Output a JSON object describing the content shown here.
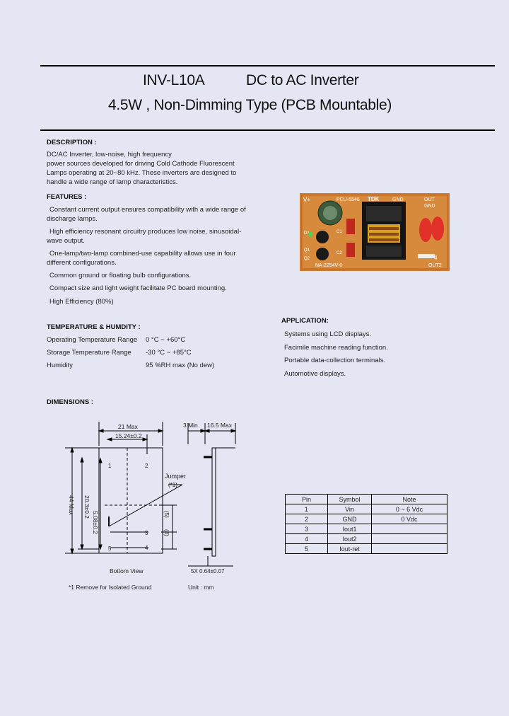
{
  "header": {
    "model": "INV-L10A",
    "product": "DC to AC Inverter",
    "subtitle": "4.5W , Non-Dimming Type (PCB Mountable)"
  },
  "description": {
    "heading": "DESCRIPTION :",
    "lines": [
      "DC/AC Inverter, low-noise, high frequency",
      "power sources developed for driving Cold Cathode Fluorescent",
      "Lamps operating at 20~80 kHz. These inverters are designed to",
      "handle a wide range of lamp characteristics."
    ]
  },
  "features": {
    "heading": "FEATURES :",
    "lines": [
      "Constant current output ensures compatibility with a wide range of",
      "discharge lamps.",
      "High efficiency resonant circuitry produces low noise, sinusoidal-",
      "wave output.",
      "One-lamp/two-lamp combined-use capability allows use in four",
      "different configurations.",
      "Common ground or floating bulb configurations.",
      "Compact size and light weight facilitate PC board mounting.",
      "High Efficiency (80%)"
    ]
  },
  "pcb_photo": {
    "silk_top": "PCU-5546",
    "brand": "TDK",
    "silk_bottom": "NA-2254V-0",
    "labels": [
      "V+",
      "GND",
      "OUT",
      "GND",
      "4",
      "OUT2",
      "D1",
      "Q1",
      "Q2",
      "C1",
      "C2"
    ]
  },
  "temperature": {
    "heading": "TEMPERATURE & HUMDITY :",
    "rows": [
      {
        "label": "Operating Temperature Range",
        "value": "0 °C ~ +60°C"
      },
      {
        "label": "Storage Temperature Range",
        "value": "-30 °C ~ +85°C"
      },
      {
        "label": "Humidity",
        "value": "95 %RH max (No dew)"
      }
    ]
  },
  "application": {
    "heading": "APPLICATION:",
    "lines": [
      "Systems using LCD displays.",
      "Facimile machine reading function.",
      "Portable data-collection terminals.",
      "Automotive displays."
    ]
  },
  "dimensions": {
    "heading": "DIMENSIONS :",
    "width_max": "21 Max",
    "pin_pitch_x": "15.24±0.2",
    "height_max": "44 Max",
    "pitch_long": "20.3±0.2",
    "pitch_short": "5.08±0.2",
    "thick_min": "3 Min",
    "thick_max": "16.5 Max",
    "jumper_label": "Jumper",
    "jumper_note": "(*1)",
    "pin_nums": [
      "1",
      "2",
      "3",
      "4",
      "5"
    ],
    "dim_a": "(5)",
    "dim_b": "(8)",
    "pin_size": "5X 0.64±0.07",
    "view_label": "Bottom View",
    "footnote": "*1 Remove for Isolated Ground",
    "unit": "Unit : mm"
  },
  "pin_table": {
    "headers": [
      "Pin",
      "Symbol",
      "Note"
    ],
    "rows": [
      [
        "1",
        "Vin",
        "0 ~ 6 Vdc"
      ],
      [
        "2",
        "GND",
        "0 Vdc"
      ],
      [
        "3",
        "Iout1",
        ""
      ],
      [
        "4",
        "Iout2",
        ""
      ],
      [
        "5",
        "Iout-ret",
        ""
      ]
    ]
  }
}
